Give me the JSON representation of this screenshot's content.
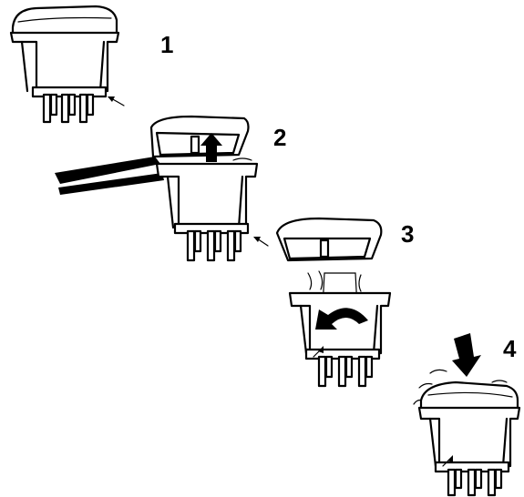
{
  "steps": [
    {
      "label": "1"
    },
    {
      "label": "2"
    },
    {
      "label": "3"
    },
    {
      "label": "4"
    }
  ],
  "colors": {
    "ink": "#000000",
    "paper": "#ffffff"
  },
  "icons": [
    "rocker-switch-icon",
    "pliers-icon",
    "arrow-up-icon",
    "rotate-arrow-icon",
    "arrow-down-icon",
    "pointer-arrow-icon"
  ]
}
